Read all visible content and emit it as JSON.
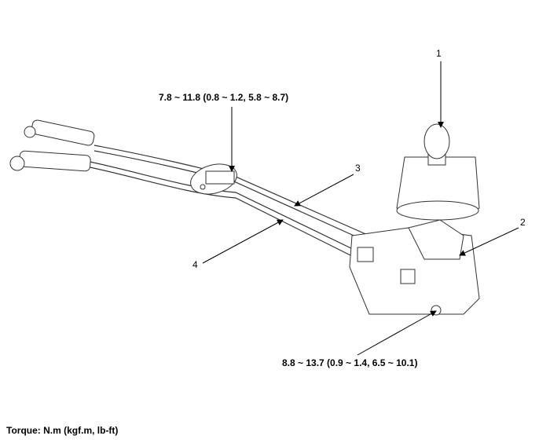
{
  "callouts": {
    "c1": "1",
    "c2": "2",
    "c3": "3",
    "c4": "4"
  },
  "torque_top": "7.8 ~ 11.8 (0.8 ~ 1.2, 5.8 ~ 8.7)",
  "torque_bottom": "8.8 ~ 13.7 (0.9 ~ 1.4, 6.5 ~ 10.1)",
  "footnote": "Torque: N.m (kgf.m, lb-ft)"
}
